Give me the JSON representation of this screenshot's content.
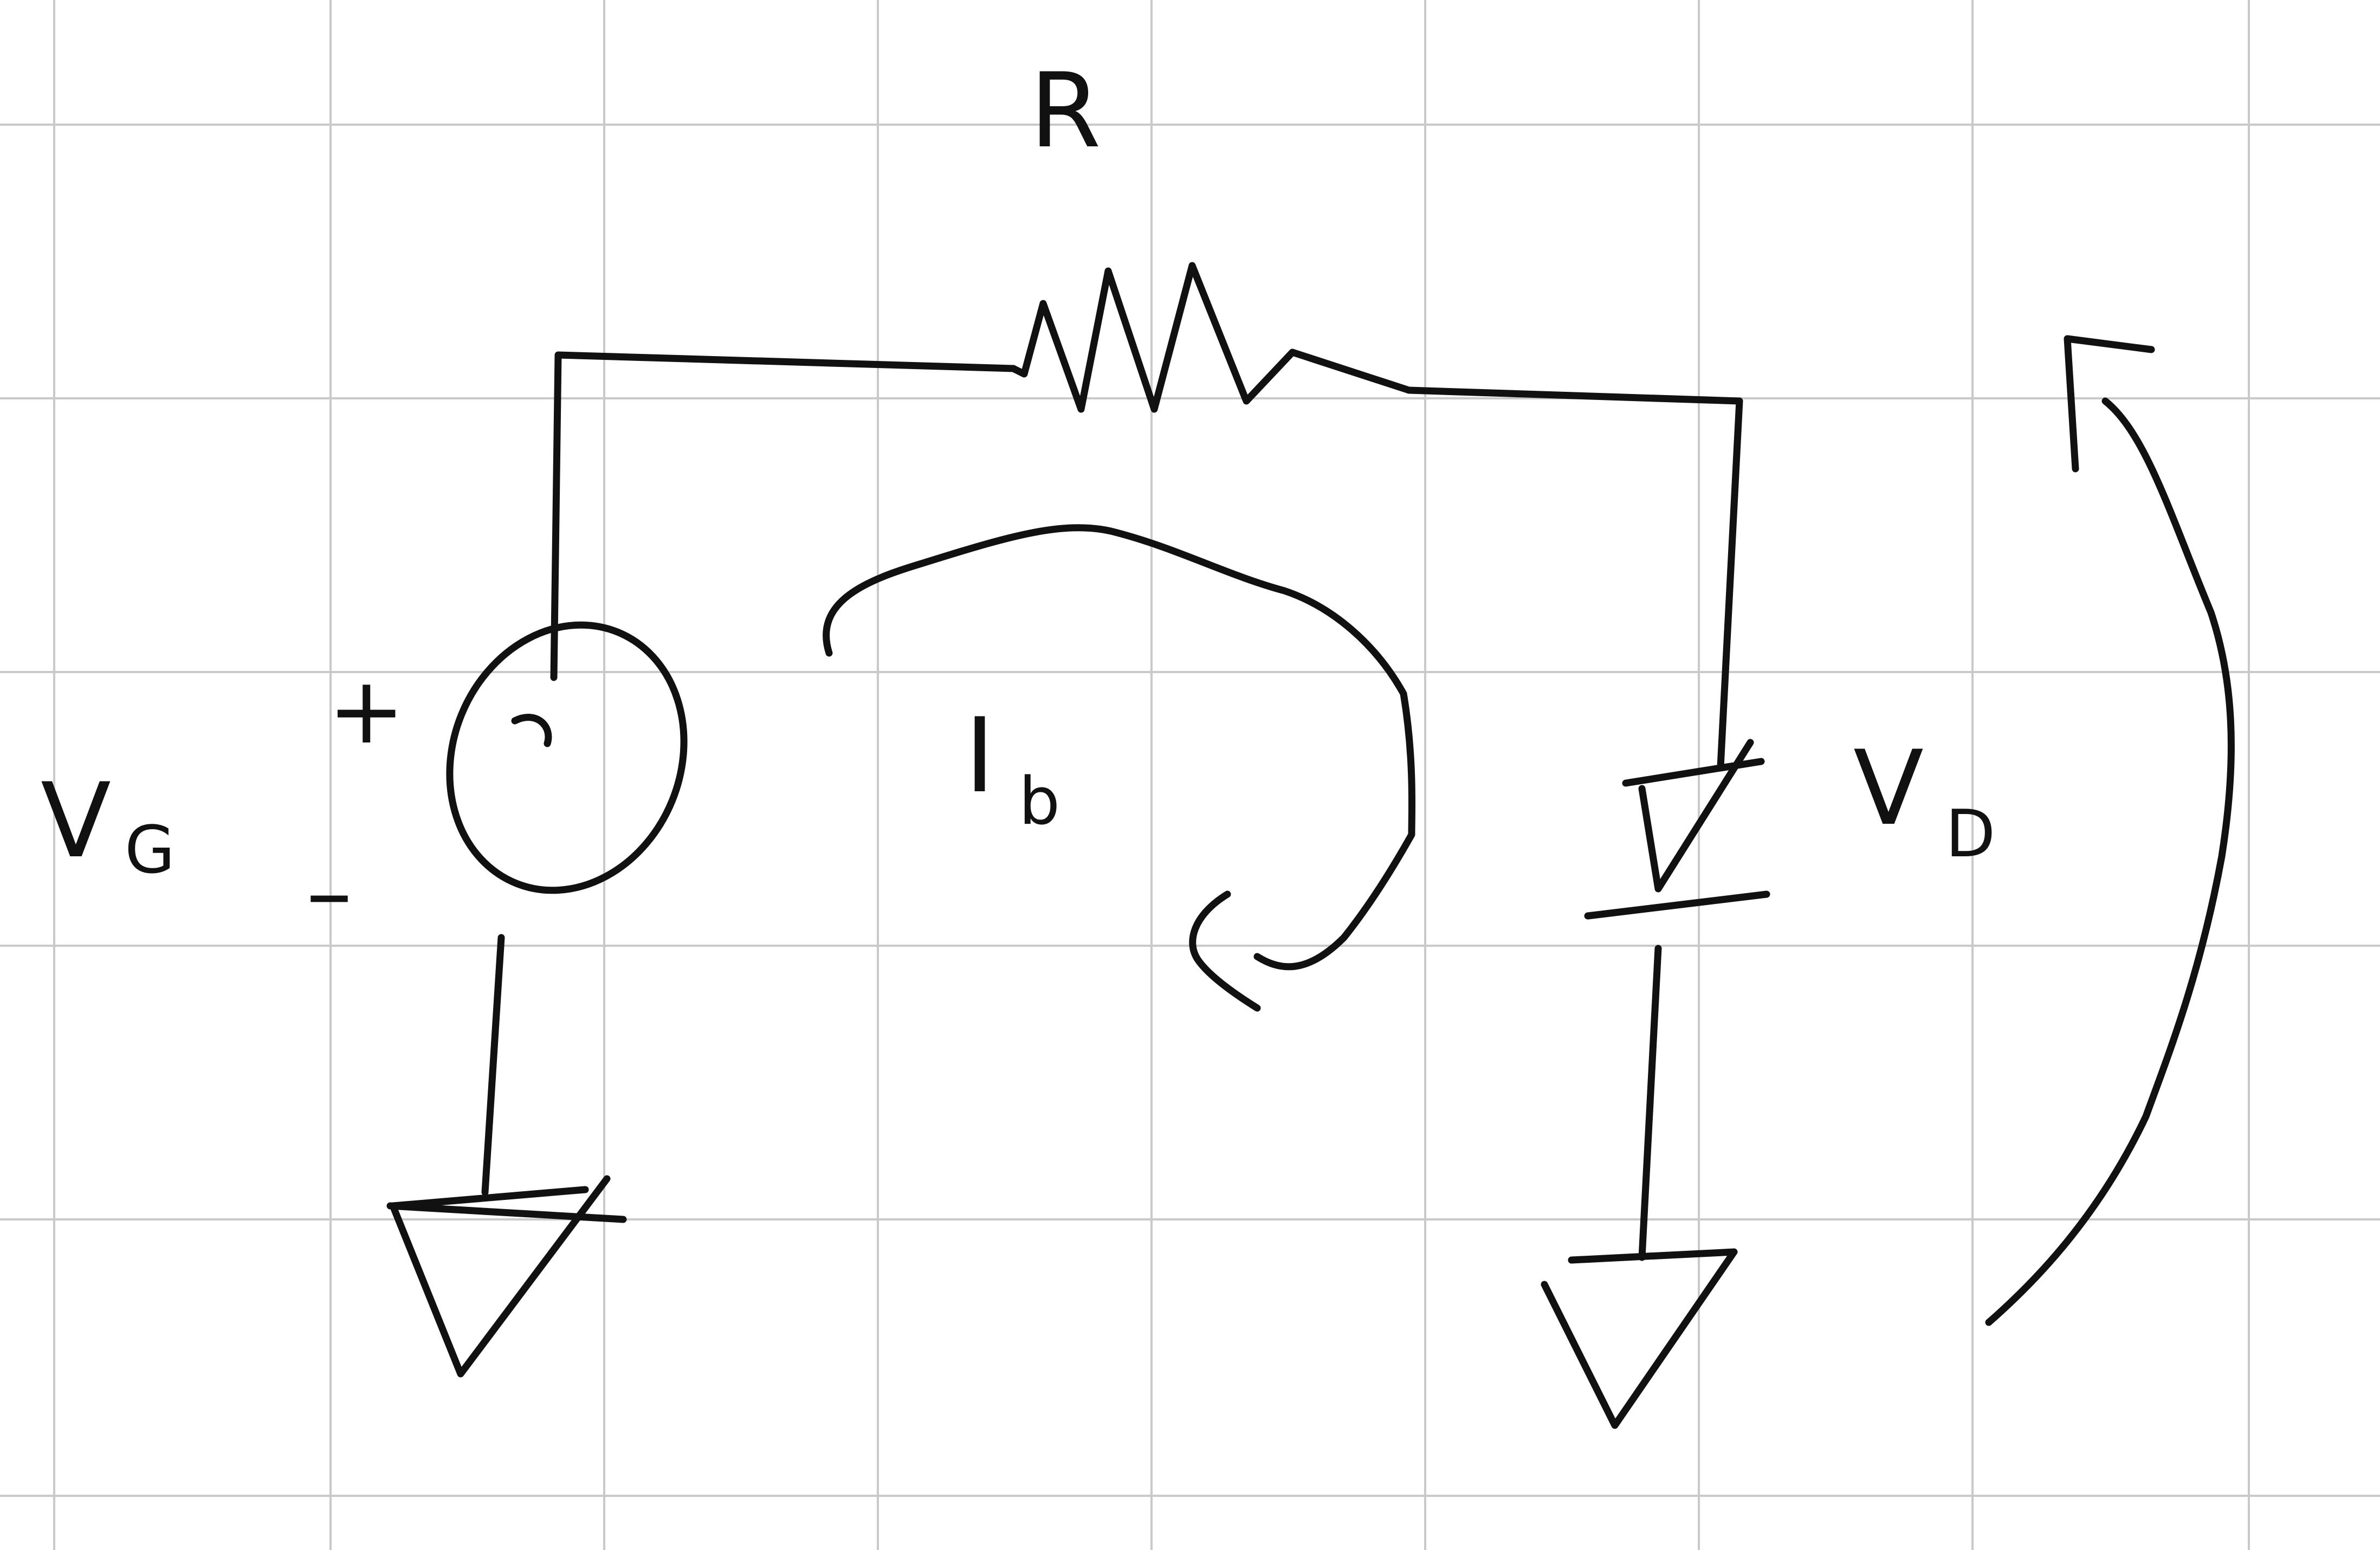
{
  "diagram": {
    "labels": {
      "resistor": "R",
      "source_main": "V",
      "source_sub": "G",
      "current_main": "I",
      "current_sub": "b",
      "diode_main": "V",
      "diode_sub": "D",
      "plus_sign": "+",
      "minus_sign": "–"
    },
    "colors": {
      "ink": "#111111",
      "grid": "#c9c9c9",
      "paper": "#ffffff"
    }
  }
}
